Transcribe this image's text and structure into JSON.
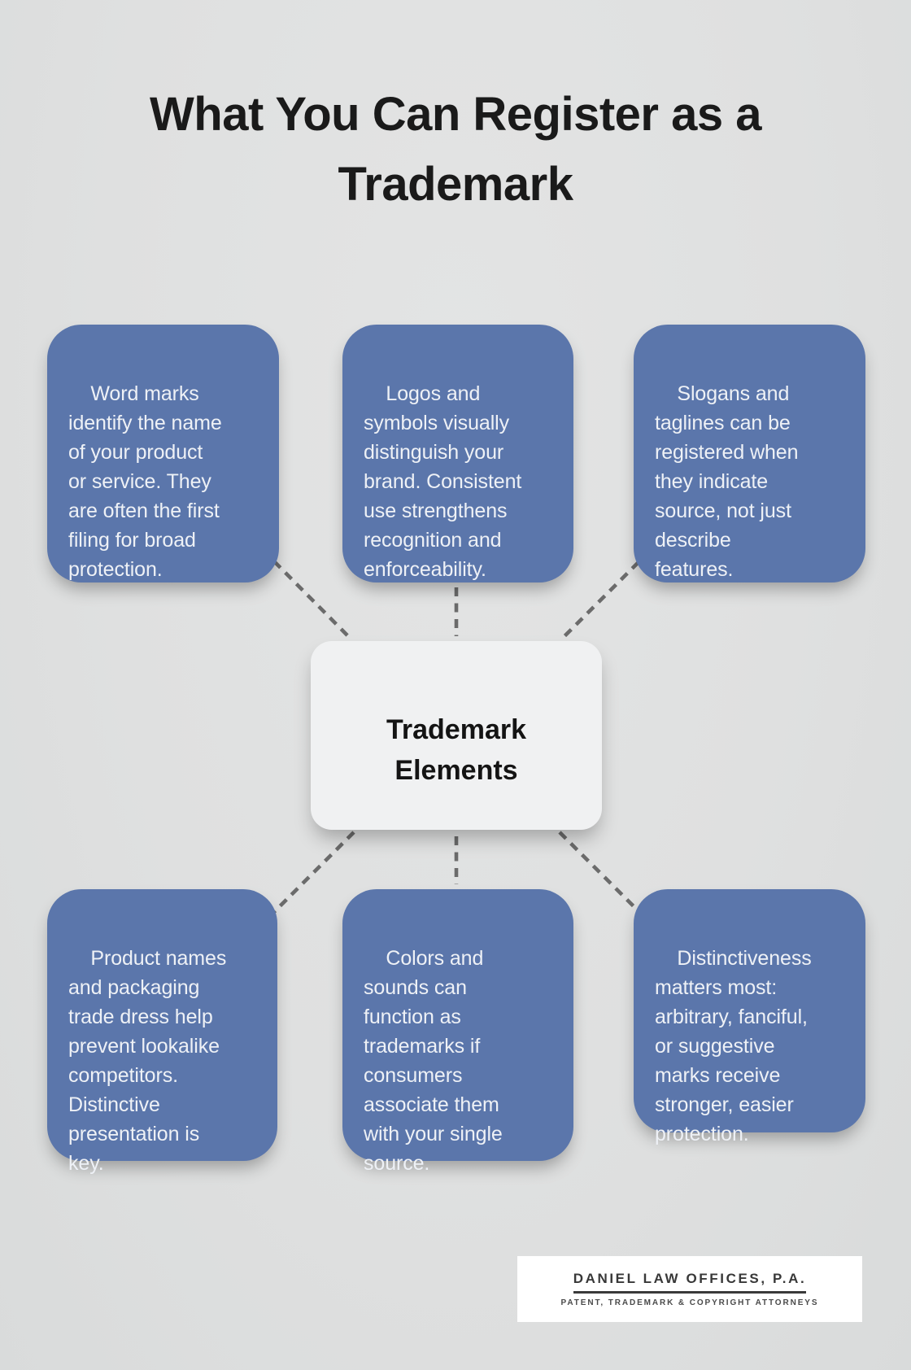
{
  "title": "What You Can Register as a\nTrademark",
  "center": {
    "label": "Trademark\nElements"
  },
  "nodes": [
    {
      "id": "word-marks",
      "text": "Word marks\nidentify the name\nof your product\nor service. They\nare often the first\nfiling for broad\nprotection."
    },
    {
      "id": "logos-symbols",
      "text": "Logos and\nsymbols visually\ndistinguish your\nbrand. Consistent\nuse strengthens\nrecognition and\nenforceability."
    },
    {
      "id": "slogans-taglines",
      "text": "Slogans and\ntaglines can be\nregistered when\nthey indicate\nsource, not just\ndescribe\nfeatures."
    },
    {
      "id": "trade-dress",
      "text": "Product names\nand packaging\ntrade dress help\nprevent lookalike\ncompetitors.\nDistinctive\npresentation is\nkey."
    },
    {
      "id": "colors-sounds",
      "text": "Colors and\nsounds can\nfunction as\ntrademarks if\nconsumers\nassociate them\nwith your single\nsource."
    },
    {
      "id": "distinctiveness",
      "text": "Distinctiveness\nmatters most:\narbitrary, fanciful,\nor suggestive\nmarks receive\nstronger, easier\nprotection."
    }
  ],
  "footer_logo": {
    "name": "DANIEL LAW OFFICES, P.A.",
    "tagline": "PATENT, TRADEMARK & COPYRIGHT ATTORNEYS"
  },
  "colors": {
    "background": "#dfe0e0",
    "node_blue": "#5b76ab",
    "node_text": "#eef1f6",
    "center_bg": "#f0f1f2",
    "title_text": "#1a1a1a",
    "connector_gray": "#6b6b6b",
    "logo_bg": "#ffffff",
    "logo_text": "#383838"
  }
}
